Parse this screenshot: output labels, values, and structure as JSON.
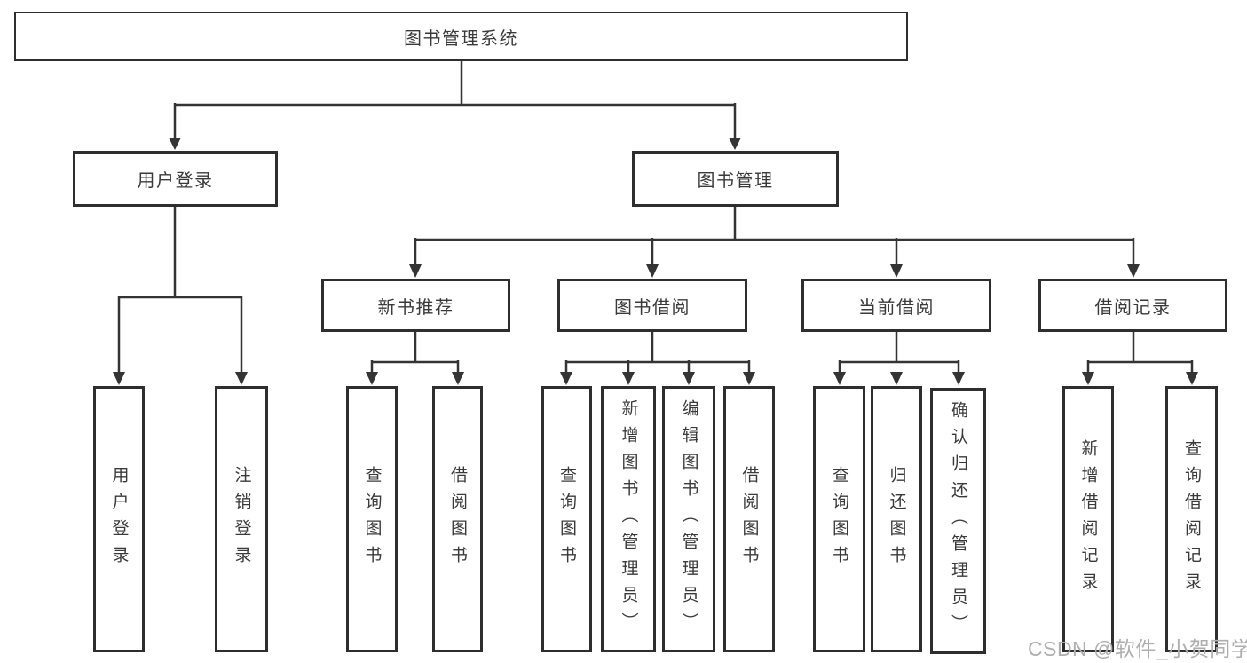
{
  "diagram": {
    "root": {
      "label": "图书管理系统",
      "children": [
        {
          "label": "用户登录",
          "children": [
            {
              "label": "用户登录"
            },
            {
              "label": "注销登录"
            }
          ]
        },
        {
          "label": "图书管理",
          "children": [
            {
              "label": "新书推荐",
              "children": [
                {
                  "label": "查询图书"
                },
                {
                  "label": "借阅图书"
                }
              ]
            },
            {
              "label": "图书借阅",
              "children": [
                {
                  "label": "查询图书"
                },
                {
                  "label": "新增图书（管理员）"
                },
                {
                  "label": "编辑图书（管理员）"
                },
                {
                  "label": "借阅图书"
                }
              ]
            },
            {
              "label": "当前借阅",
              "children": [
                {
                  "label": "查询图书"
                },
                {
                  "label": "归还图书"
                },
                {
                  "label": "确认归还（管理员）"
                }
              ]
            },
            {
              "label": "借阅记录",
              "children": [
                {
                  "label": "新增借阅记录"
                },
                {
                  "label": "查询借阅记录"
                }
              ]
            }
          ]
        }
      ]
    }
  },
  "watermark": "CSDN @软件_小贺同学",
  "colors": {
    "line": "#343434",
    "box_border": "#2e2e2e",
    "text": "#3a3a3a",
    "watermark": "#aeaeae",
    "background": "#ffffff"
  }
}
